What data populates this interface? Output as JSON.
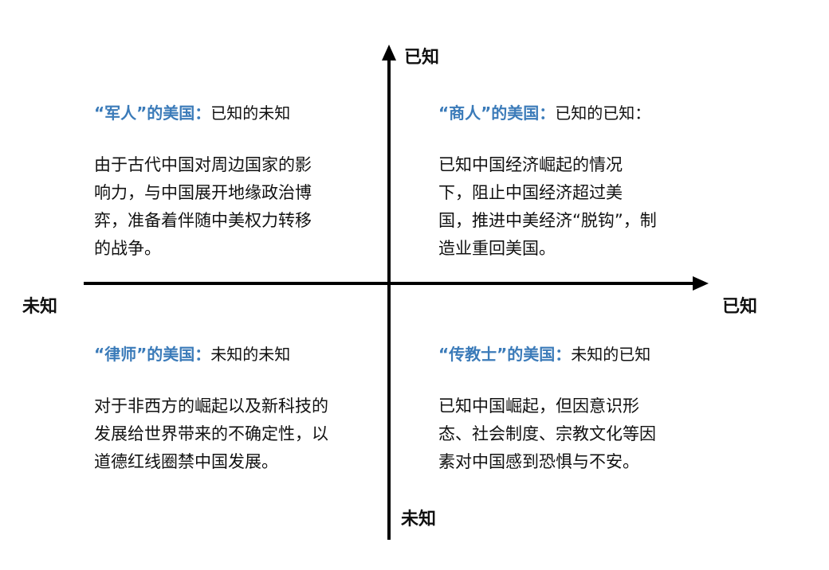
{
  "axes": {
    "top": "已知",
    "bottom": "未知",
    "left": "未知",
    "right": "已知"
  },
  "quadrants": {
    "top_left": {
      "who": "“军人”的美国：",
      "category": "已知的未知",
      "lines": [
        "由于古代中国对周边国家的影",
        "响力，与中国展开地缘政治博",
        "弈，准备着伴随中美权力转移",
        "的战争。"
      ]
    },
    "top_right": {
      "who": "“商人”的美国：",
      "category": "已知的已知：",
      "lines": [
        "已知中国经济崛起的情况",
        "下，阻止中国经济超过美",
        "国，推进中美经济“脱钩”，制",
        "造业重回美国。"
      ]
    },
    "bottom_left": {
      "who": "“律师”的美国：",
      "category": "未知的未知",
      "lines": [
        "对于非西方的崛起以及新科技的",
        "发展给世界带来的不确定性，以",
        "道德红线圈禁中国发展。"
      ]
    },
    "bottom_right": {
      "who": "“传教士”的美国：",
      "category": "未知的已知",
      "lines": [
        "已知中国崛起，但因意识形",
        "态、社会制度、宗教文化等因",
        "素对中国感到恐惧与不安。"
      ]
    }
  },
  "colors": {
    "accent": "#3b7bb9",
    "text": "#111111"
  }
}
